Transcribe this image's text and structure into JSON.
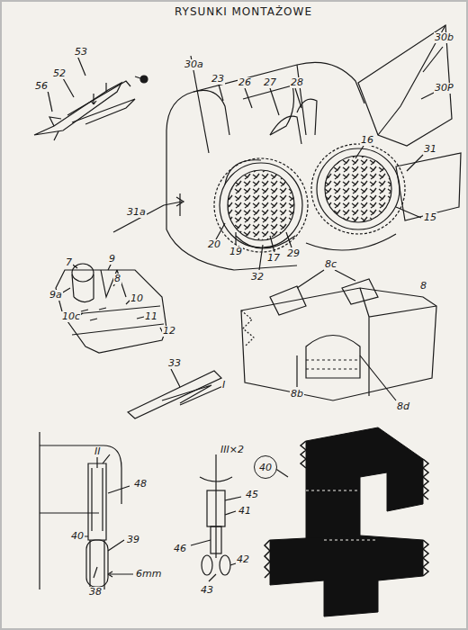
{
  "diagram": {
    "title": "RYSUNKI MONTAŻOWE",
    "nodes": [
      {
        "text": [
          "40"
        ]
      }
    ],
    "labels": [
      "53",
      "52",
      "56",
      "30a",
      "23",
      "26",
      "27",
      "28",
      "30b",
      "30P",
      "16",
      "31",
      "31a",
      "20",
      "19",
      "32",
      "17",
      "29",
      "15",
      "7",
      "9",
      "8",
      "9a",
      "10",
      "11",
      "10c",
      "12",
      "8c",
      "8",
      "8d",
      "8b",
      "33",
      "I",
      "II",
      "48",
      "40",
      "39",
      "38",
      "6mm",
      "III×2",
      "45",
      "41",
      "46",
      "42",
      "43"
    ]
  }
}
